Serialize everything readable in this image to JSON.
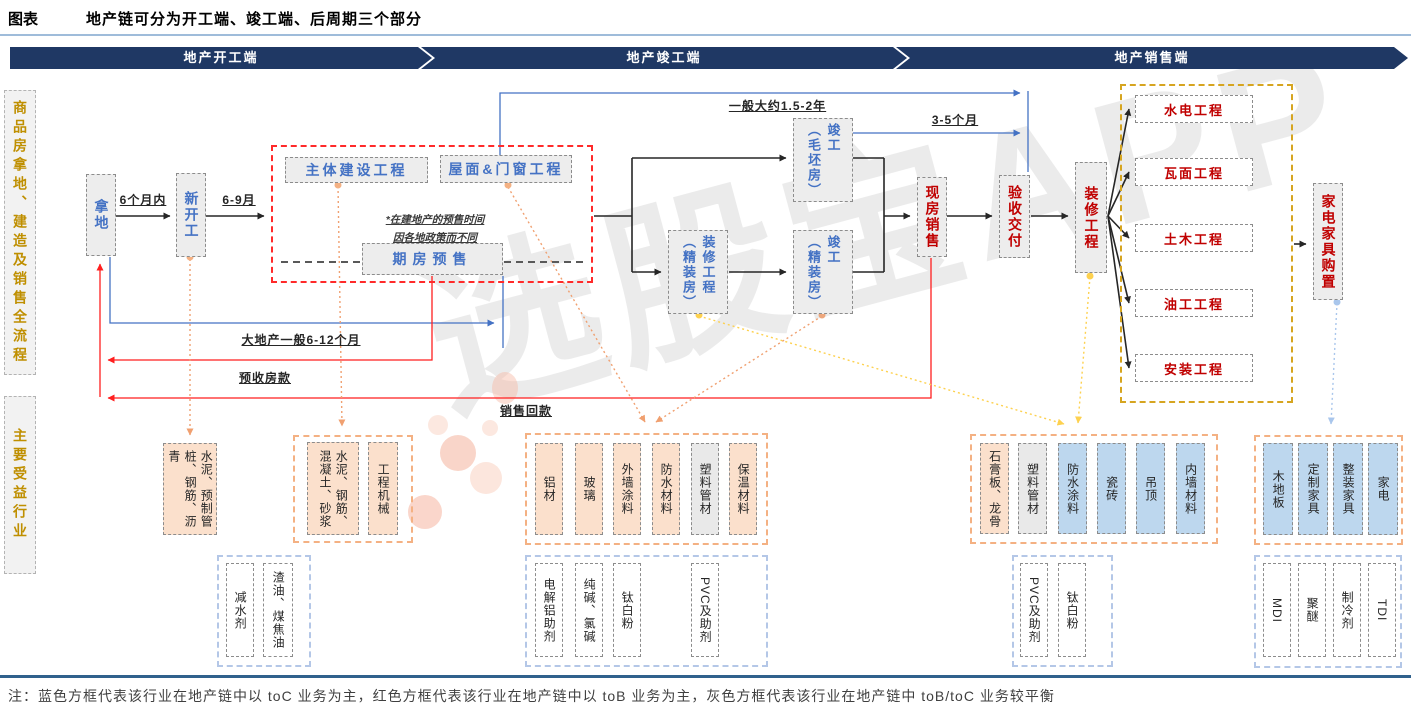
{
  "figure": {
    "tag": "图表",
    "title": "地产链可分为开工端、竣工端、后周期三个部分"
  },
  "bands": {
    "start": "地产开工端",
    "complete": "地产竣工端",
    "sale": "地产销售端"
  },
  "side": {
    "process": "商品房拿地、建造及销售全流程",
    "industries": "主要受益行业"
  },
  "nodes": {
    "land": "拿地",
    "new_start": "新开工",
    "main_construction": "主体建设工程",
    "roof_window": "屋面&门窗工程",
    "presale": "期房预售",
    "presale_note": "*在建地产的预售时间\n因各地政策而不同",
    "rough_complete": "竣工\n（毛坯房）",
    "fitted_works": "装修工程\n（精装房）",
    "fitted_complete": "竣工\n（精装房）",
    "spot_sale": "现房销售",
    "acceptance": "验收交付",
    "renovation": "装修工程",
    "appliance_purchase": "家电家具购置",
    "reno_items": [
      "水电工程",
      "瓦面工程",
      "土木工程",
      "油工工程",
      "安装工程"
    ]
  },
  "labels": {
    "within_6m": "6个月内",
    "m6_9": "6-9月",
    "about_1_5_2y": "一般大约1.5-2年",
    "m3_5": "3-5个月",
    "big_dev_6_12m": "大地产一般6-12个月",
    "presale_receipts": "预收房款",
    "sales_collection": "销售回款"
  },
  "groups": {
    "g1": {
      "boxes": [
        {
          "text": "水泥、预制管\n桩、钢筋、沥\n青"
        }
      ]
    },
    "g2": {
      "boxes": [
        {
          "text": "水泥、钢筋、\n混凝土、砂浆"
        },
        {
          "text": "工程机械"
        }
      ]
    },
    "g2b": {
      "boxes": [
        {
          "text": "减水剂"
        },
        {
          "text": "渣油、煤焦油"
        }
      ]
    },
    "g3": {
      "boxes": [
        {
          "text": "铝材"
        },
        {
          "text": "玻璃"
        },
        {
          "text": "外墙涂料"
        },
        {
          "text": "防水材料"
        },
        {
          "text": "塑料管材"
        },
        {
          "text": "保温材料"
        }
      ]
    },
    "g3b": {
      "boxes": [
        {
          "text": "电解铝助剂"
        },
        {
          "text": "纯碱、氯碱"
        },
        {
          "text": "钛白粉"
        },
        {
          "text": "PVC及助剂"
        }
      ]
    },
    "g4": {
      "boxes": [
        {
          "text": "石膏板、龙骨"
        },
        {
          "text": "塑料管材"
        },
        {
          "text": "防水涂料"
        },
        {
          "text": "瓷砖"
        },
        {
          "text": "吊顶"
        },
        {
          "text": "内墙材料"
        }
      ]
    },
    "g4b": {
      "boxes": [
        {
          "text": "PVC及助剂"
        },
        {
          "text": "钛白粉"
        }
      ]
    },
    "g5": {
      "boxes": [
        {
          "text": "木地板"
        },
        {
          "text": "定制家具"
        },
        {
          "text": "整装家具"
        },
        {
          "text": "家电"
        }
      ]
    },
    "g5b": {
      "boxes": [
        {
          "text": "MDI"
        },
        {
          "text": "聚醚"
        },
        {
          "text": "制冷剂"
        },
        {
          "text": "TDI"
        }
      ]
    }
  },
  "note": "注：蓝色方框代表该行业在地产链中以 toC 业务为主，红色方框代表该行业在地产链中以 toB 业务为主，灰色方框代表该行业在地产链中 toB/toC 业务较平衡",
  "watermark": "选股宝APP",
  "colors": {
    "band_navy": "#1f3864",
    "blue_text": "#4472c4",
    "red_text": "#c00000",
    "gold_text": "#bf8f00",
    "salmon_fill": "#fbe0cc",
    "blue_fill": "#bdd7ee",
    "gray_fill": "#e9e9e9",
    "red_dash_border": "#ff2a2a",
    "gold_dash_border": "#d6a520",
    "orange_dash_border": "#f4b183",
    "blue_dash_border": "#b4c7e7",
    "black_arrow": "#262626",
    "blue_arrow": "#4472c4",
    "red_arrow": "#ff1f1f",
    "orange_dotted": "#f0a070",
    "yellow_dotted": "#fdd14f",
    "lightblue_dotted": "#a9c6ec"
  }
}
